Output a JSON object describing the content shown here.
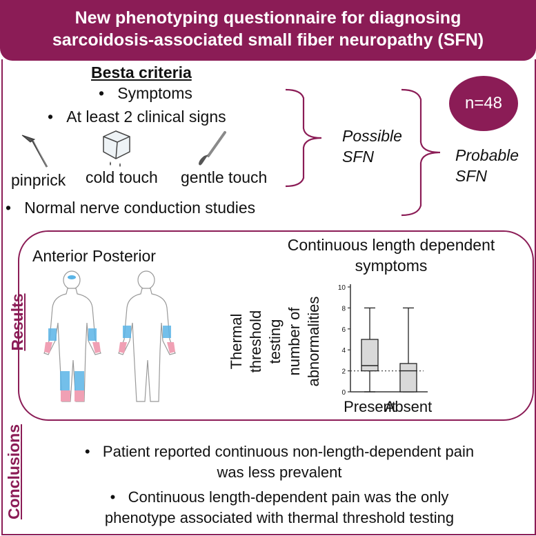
{
  "header": {
    "line1": "New phenotyping questionnaire for diagnosing",
    "line2": "sarcoidosis-associated small fiber neuropathy (SFN)"
  },
  "criteria": {
    "title": "Besta criteria",
    "bullet1": "Symptoms",
    "bullet2": "At least 2 clinical signs",
    "signs": [
      "pinprick",
      "cold touch",
      "gentle touch"
    ],
    "bullet3": "Normal nerve conduction studies"
  },
  "possible": [
    "Possible",
    "SFN"
  ],
  "probable": [
    "Probable",
    "SFN"
  ],
  "n_badge": "n=48",
  "results": {
    "side_label": "Results",
    "views_label": "Anterior Posterior",
    "chart_title_line1": "Continuous length dependent",
    "chart_title_line2": "symptoms"
  },
  "chart_data": {
    "type": "box",
    "title": "Continuous length dependent symptoms",
    "ylabel": "Thermal threshold testing number of abnormalities",
    "ylabel_lines": [
      "Thermal",
      "threshold",
      "testing",
      "number of",
      "abnormalities"
    ],
    "categories": [
      "Present",
      "Absent"
    ],
    "ylim": [
      0,
      10
    ],
    "yticks": [
      "0",
      "2",
      "4",
      "6",
      "8",
      "10"
    ],
    "reference_line": 2,
    "boxes": [
      {
        "name": "Present",
        "min": 0,
        "q1": 2,
        "median": 2.5,
        "q3": 5,
        "max": 8
      },
      {
        "name": "Absent",
        "min": 0,
        "q1": 0,
        "median": 2,
        "q3": 2.7,
        "max": 8
      }
    ]
  },
  "conclusions": {
    "side_label": "Conclusions",
    "b1_line1": "Patient reported continuous non-length-dependent pain",
    "b1_line2": "was less prevalent",
    "b2_line1": "Continuous length-dependent pain was the only",
    "b2_line2": "phenotype associated with thermal threshold testing"
  },
  "colors": {
    "accent": "#8b1c56",
    "body_fill": "#5ab4e6",
    "foot_fill": "#f0a0b4",
    "box_fill": "#d9d9d9"
  }
}
